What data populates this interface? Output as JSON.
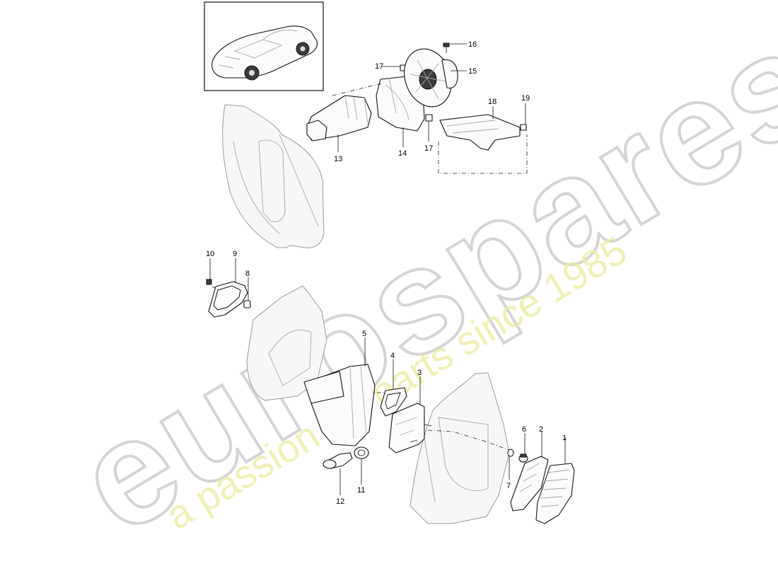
{
  "watermark": {
    "brand": "eurospares",
    "tagline": "a passion for parts since 1985"
  },
  "callouts": [
    {
      "id": "c1",
      "text": "1"
    },
    {
      "id": "c2",
      "text": "2"
    },
    {
      "id": "c3",
      "text": "3"
    },
    {
      "id": "c4",
      "text": "4"
    },
    {
      "id": "c5",
      "text": "5"
    },
    {
      "id": "c6",
      "text": "6"
    },
    {
      "id": "c7",
      "text": "7"
    },
    {
      "id": "c8",
      "text": "8"
    },
    {
      "id": "c9",
      "text": "9"
    },
    {
      "id": "c10",
      "text": "10"
    },
    {
      "id": "c11",
      "text": "11"
    },
    {
      "id": "c12",
      "text": "12"
    },
    {
      "id": "c13",
      "text": "13"
    },
    {
      "id": "c14",
      "text": "14"
    },
    {
      "id": "c15",
      "text": "15"
    },
    {
      "id": "c16",
      "text": "16"
    },
    {
      "id": "c17a",
      "text": "17"
    },
    {
      "id": "c17b",
      "text": "17"
    },
    {
      "id": "c18",
      "text": "18"
    },
    {
      "id": "c19",
      "text": "19"
    }
  ]
}
